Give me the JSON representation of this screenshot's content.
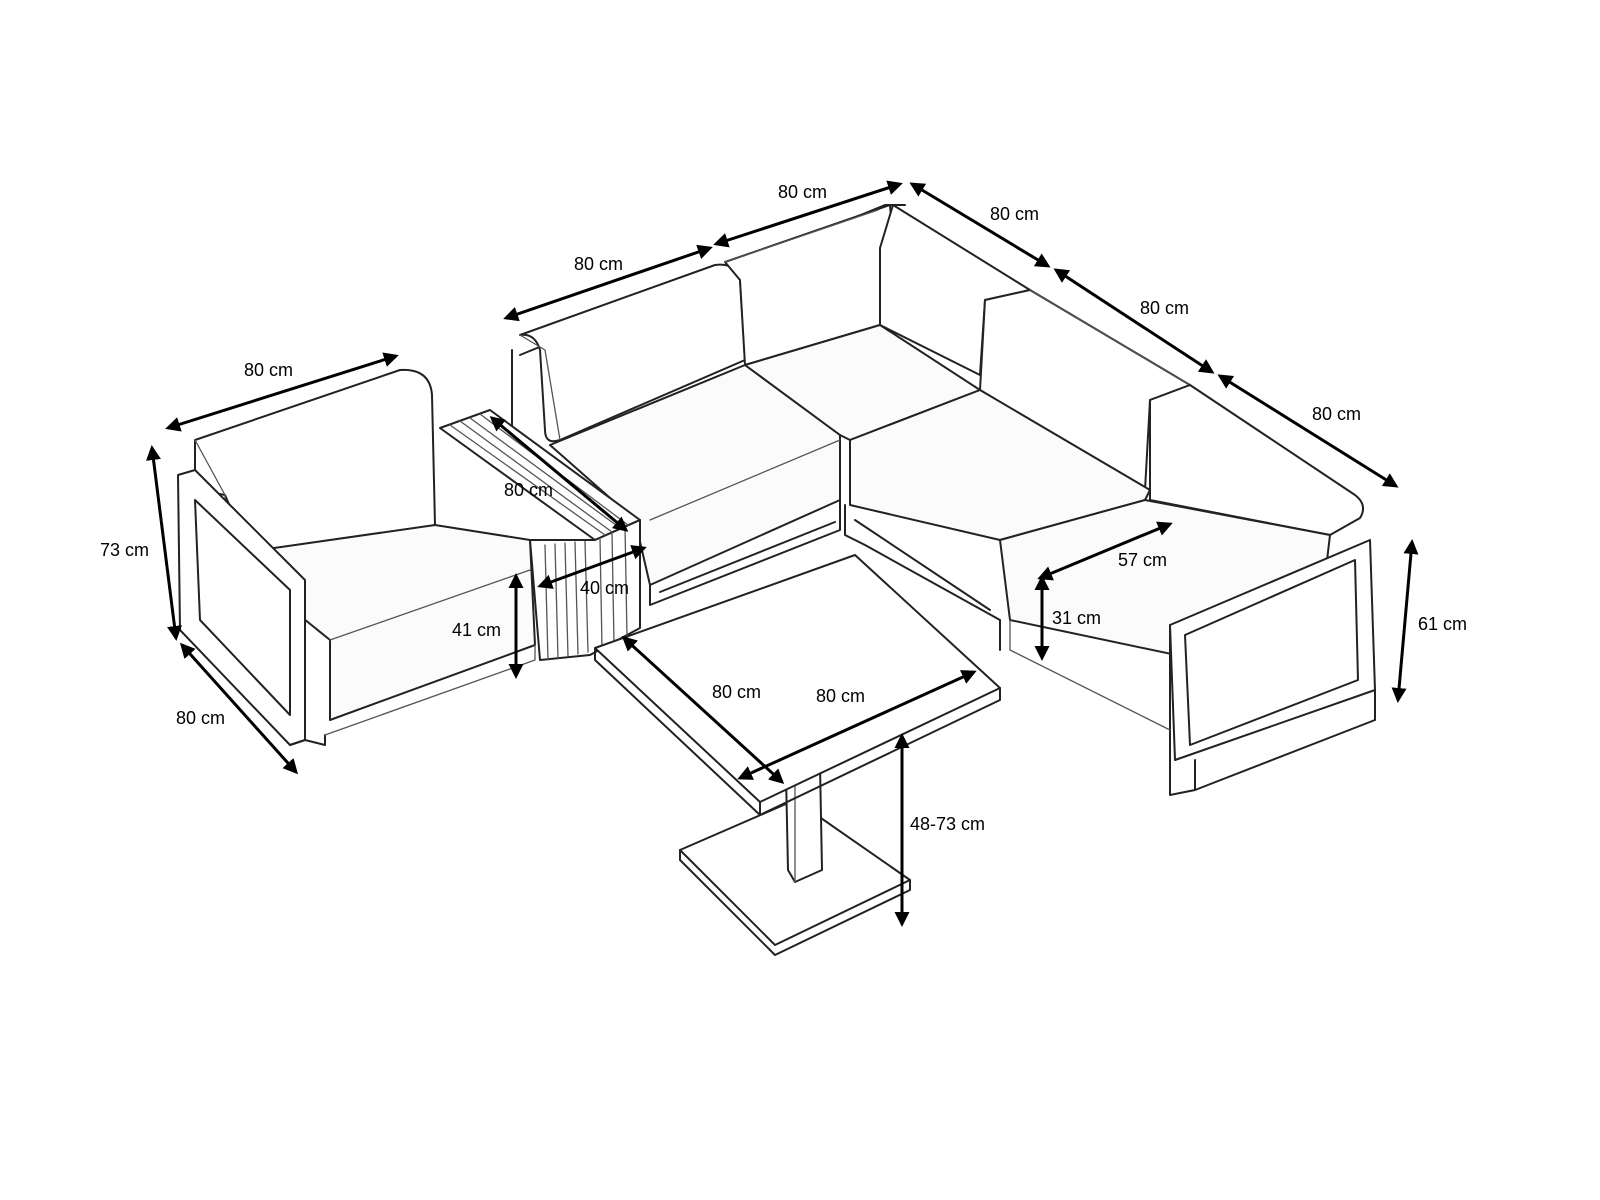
{
  "dimensions": {
    "armchair_width": "80 cm",
    "armchair_height": "73 cm",
    "armchair_depth": "80 cm",
    "side_table_depth": "80 cm",
    "side_table_width": "40 cm",
    "side_table_height": "41 cm",
    "sofa_module_1": "80 cm",
    "sofa_module_2": "80 cm",
    "corner_module": "80 cm",
    "sofa_module_3": "80 cm",
    "sofa_module_4": "80 cm",
    "seat_depth": "57 cm",
    "seat_height": "31 cm",
    "sofa_height": "61 cm",
    "table_depth": "80 cm",
    "table_width": "80 cm",
    "table_height": "48-73 cm"
  }
}
